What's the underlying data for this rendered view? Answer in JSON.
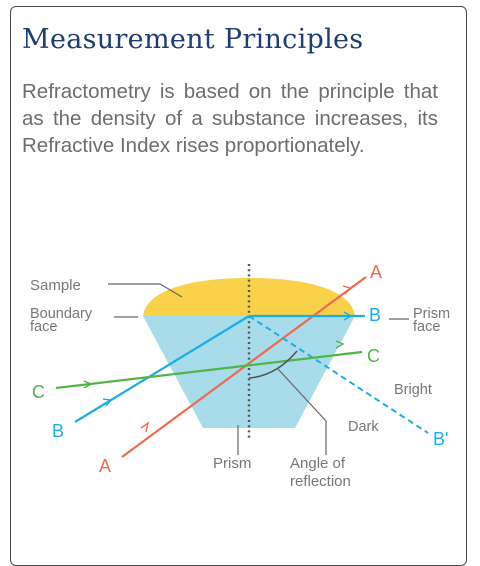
{
  "panel": {
    "title": "Measurement Principles",
    "description": "Refractometry is based on the principle that as the density of a substance increases, its Refractive Index rises proportionately."
  },
  "diagram": {
    "labels": {
      "sample": "Sample",
      "boundary_face_line1": "Boundary",
      "boundary_face_line2": "face",
      "prism_face_line1": "Prism",
      "prism_face_line2": "face",
      "prism": "Prism",
      "angle_line1": "Angle of",
      "angle_line2": "reflection",
      "bright": "Bright",
      "dark": "Dark"
    },
    "rays": {
      "a_in": "A",
      "a_out": "A",
      "b_in": "B",
      "b_out": "B",
      "b_reflected": "B'",
      "c_in": "C",
      "c_out": "C"
    },
    "colors": {
      "title": "#1f3d75",
      "sample": "#f9d24a",
      "prism": "#a8dcea",
      "ray_a": "#f0694a",
      "ray_b": "#1aaee6",
      "ray_c": "#52b447",
      "label_gray": "#777777"
    }
  }
}
